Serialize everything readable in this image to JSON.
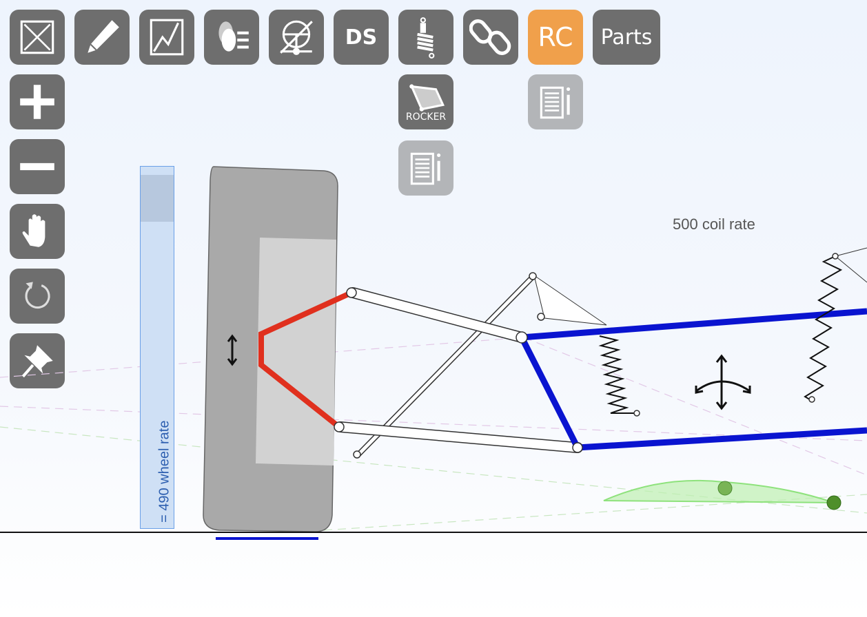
{
  "toolbar": {
    "buttons": [
      {
        "id": "fit",
        "icon": "fit-view-icon"
      },
      {
        "id": "edit",
        "icon": "pencil-icon"
      },
      {
        "id": "graph",
        "icon": "graph-icon"
      },
      {
        "id": "light",
        "icon": "lights-icon"
      },
      {
        "id": "steering",
        "icon": "steering-icon"
      },
      {
        "id": "ds",
        "icon": "ds-icon",
        "label": "DS"
      },
      {
        "id": "shock",
        "icon": "shock-absorber-icon"
      },
      {
        "id": "link",
        "icon": "chain-link-icon"
      },
      {
        "id": "rc",
        "label": "RC",
        "active": true
      },
      {
        "id": "parts",
        "label": "Parts"
      }
    ],
    "rocker_label": "ROCKER"
  },
  "side_tools": [
    "zoom-in",
    "zoom-out",
    "pan",
    "reset",
    "pin"
  ],
  "scene": {
    "coil_rate_label": "500 coil rate",
    "wheel_rate_label": "= 490 wheel rate"
  },
  "colors": {
    "button": "#6e6e6e",
    "button_disabled": "#b3b5b8",
    "accent": "#f0a04b",
    "chassis": "#0a14d0",
    "upright": "#e0301e",
    "rc_marker": "#7fc76a"
  }
}
